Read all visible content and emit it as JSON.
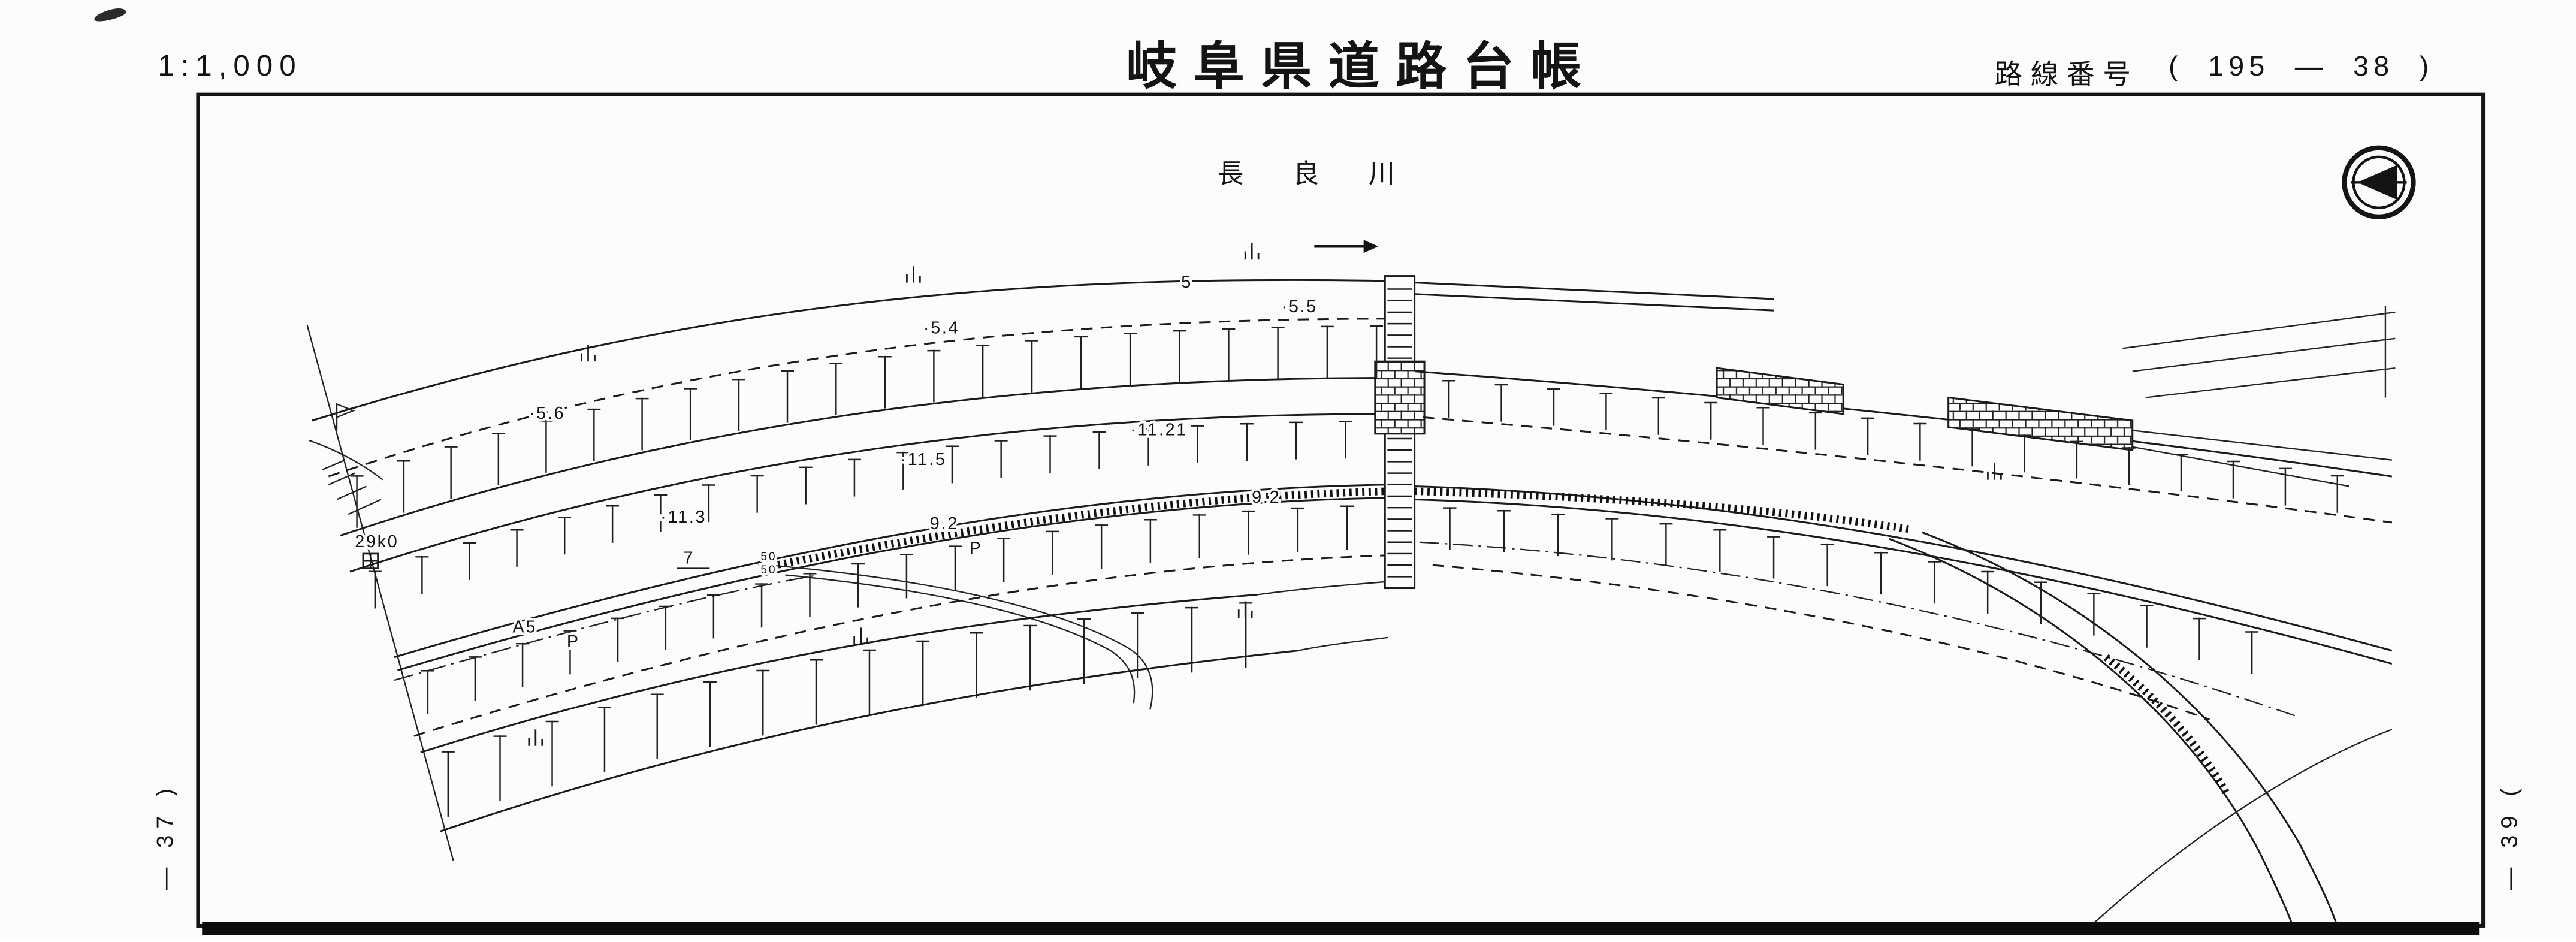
{
  "header": {
    "scale": "1:1,000",
    "title": "岐阜県道路台帳",
    "route_label": "路線番号",
    "route_value": "(  195  —  38  )"
  },
  "map": {
    "river_name": "長良川",
    "annotations": {
      "elev_5": "5",
      "elev_5_5": "·5.5",
      "elev_5_4": "·5.4",
      "elev_5_6": "·5.6",
      "elev_11_21": "·11.21",
      "elev_11_5": "·11.5",
      "elev_11_3": "·11.3",
      "width_9_2_a": "9.2",
      "width_9_2_b": "9.2",
      "kilo_post": "29k0",
      "num_7": "7",
      "label_a5": "A5",
      "label_p_a": "P",
      "label_p_b": "P",
      "num_50_a": "50",
      "num_50_b": "50"
    }
  },
  "margins": {
    "left_sheet_ref": "— 37 )",
    "right_sheet_ref": "— 39 ("
  },
  "colors": {
    "ink": "#1b1b1b",
    "paper": "#fcfcfa"
  }
}
